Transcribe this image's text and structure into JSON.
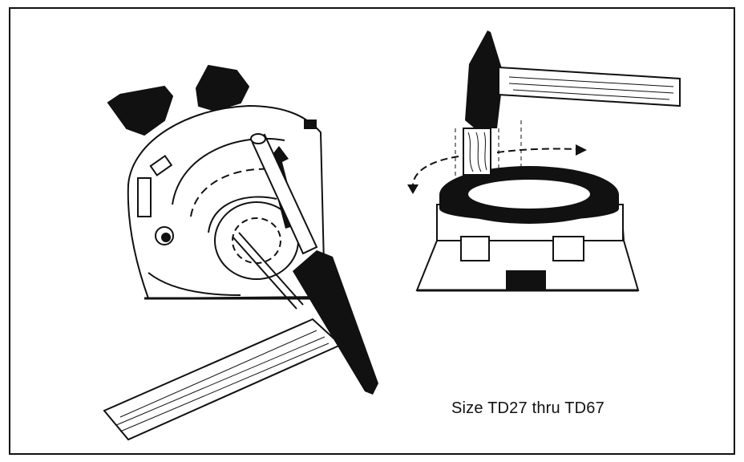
{
  "figure": {
    "caption": "Size TD27 thru TD67",
    "left_illustration": {
      "subject": "tapping-pin-into-hub-hole",
      "parts": [
        "hub-assembly-icon",
        "drift-pin-icon",
        "direction-arrow-icon",
        "hammer-icon"
      ]
    },
    "right_illustration": {
      "subject": "tapping-wood-block-around-ring",
      "parts": [
        "hammer-icon",
        "wood-block-icon",
        "rotation-arrow-icon",
        "ring-icon",
        "base-housing-icon"
      ]
    }
  },
  "colors": {
    "ink": "#111111",
    "background": "#ffffff"
  }
}
